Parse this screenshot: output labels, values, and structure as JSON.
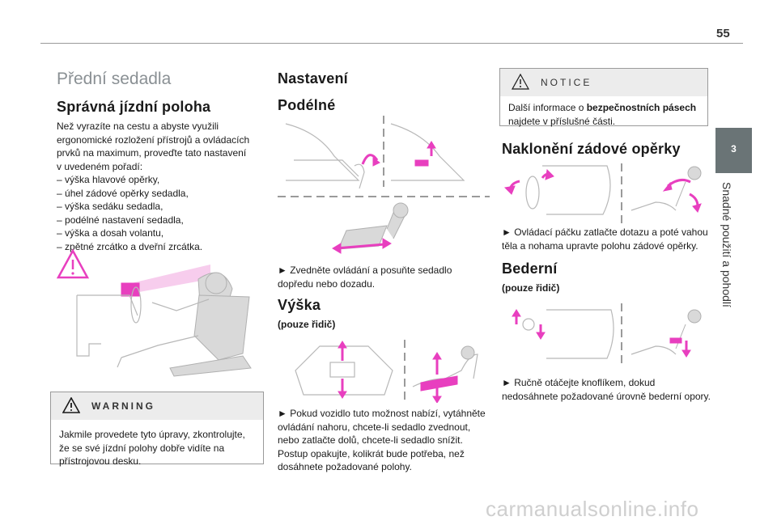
{
  "page": {
    "number": "55"
  },
  "side_tab": {
    "number": "3",
    "title": "Snadné použití a pohodlí"
  },
  "col1": {
    "section_title": "Přední sedadla",
    "heading": "Správná jízdní poloha",
    "intro": [
      "Než vyrazíte na cestu a abyste využili",
      "ergonomické rozložení přístrojů a ovládacích",
      "prvků na maximum, proveďte tato nastavení",
      "v uvedeném pořadí:"
    ],
    "list": [
      "výška hlavové opěrky,",
      "úhel zádové opěrky sedadla,",
      "výška sedáku sedadla,",
      "podélné nastavení sedadla,",
      "výška a dosah volantu,",
      "zpětné zrcátko a dveřní zrcátka."
    ],
    "warning": {
      "title": "WARNING",
      "text": [
        "Jakmile provedete tyto úpravy, zkontrolujte,",
        "že se své jízdní polohy dobře vidíte na",
        "přístrojovou desku."
      ]
    }
  },
  "col2": {
    "heading": "Nastavení",
    "sub1": "Podélné",
    "text1": [
      "► Zvedněte ovládání a posuňte sedadlo",
      "dopředu nebo dozadu."
    ],
    "sub2": "Výška",
    "sub2_note": "(pouze řidič)",
    "text2": [
      "► Pokud vozidlo tuto možnost nabízí, vytáhněte",
      "ovládání nahoru, chcete-li sedadlo zvednout,",
      "nebo zatlačte dolů, chcete-li sedadlo snížit.",
      "Postup opakujte, kolikrát bude potřeba, než",
      "dosáhnete požadované polohy."
    ]
  },
  "col3": {
    "notice": {
      "title": "NOTICE",
      "text_before": "Další informace o ",
      "text_bold": "bezpečnostních pásech",
      "text_after": "najdete v příslušné části."
    },
    "heading1": "Naklonění zádové opěrky",
    "text1": [
      "► Ovládací páčku zatlačte dotazu a poté vahou",
      "těla a nohama upravte polohu zádové opěrky."
    ],
    "heading2": "Bederní",
    "heading2_note": "(pouze řidič)",
    "text2": [
      "► Ručně otáčejte knoflíkem, dokud",
      "nedosáhnete požadované úrovně bederní opory."
    ]
  },
  "footer": {
    "watermark": "carmanualsonline.info"
  },
  "colors": {
    "accent": "#e83fbf",
    "tab": "#6a7476",
    "box_head": "#ececec"
  }
}
